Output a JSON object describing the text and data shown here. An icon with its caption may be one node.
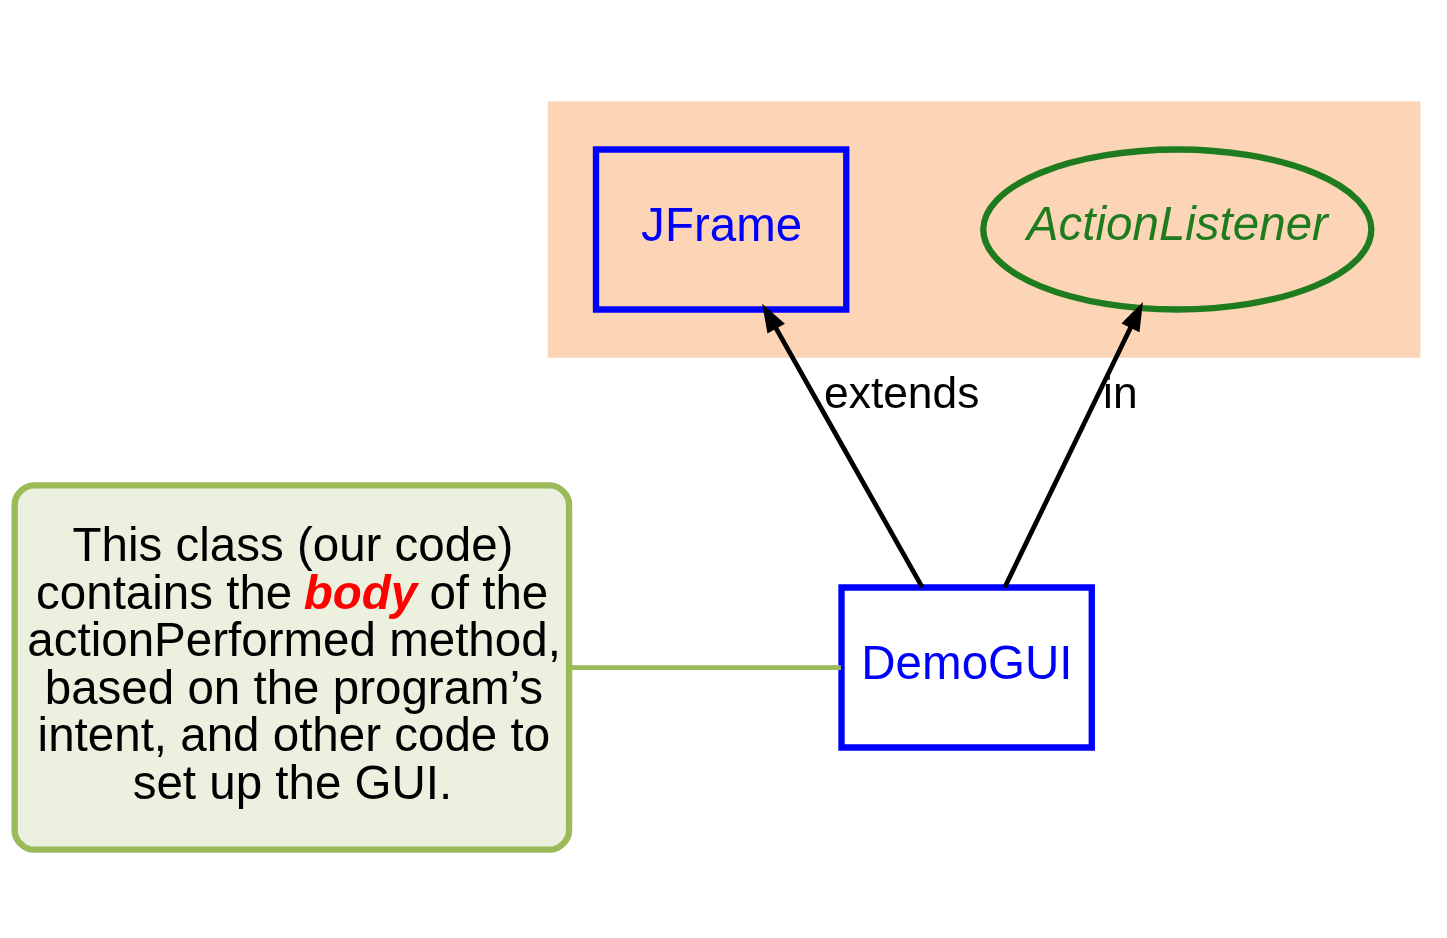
{
  "diagram": {
    "nodes": [
      {
        "text": [],
        "shape": "box"
      },
      {
        "text": [
          "JFrame"
        ],
        "in": 0
      },
      {
        "text": [
          "ActionListener"
        ],
        "in": 0
      },
      {
        "text": [
          "DemoGUI"
        ]
      },
      {
        "text": [
          "This class (our code) contains the **body** of the actionPerformed method, based on the program’s intent, and other code to set up the GUI."
        ]
      }
    ],
    "edges": [
      {
        "from": 3,
        "to": 1,
        "arrow": "to",
        "label": "extends"
      },
      {
        "from": 3,
        "to": 2,
        "arrow": "to",
        "label": "in"
      },
      {
        "from": 4,
        "to": 3,
        "arrow": "none",
        "color": "#9bbb59"
      }
    ]
  }
}
